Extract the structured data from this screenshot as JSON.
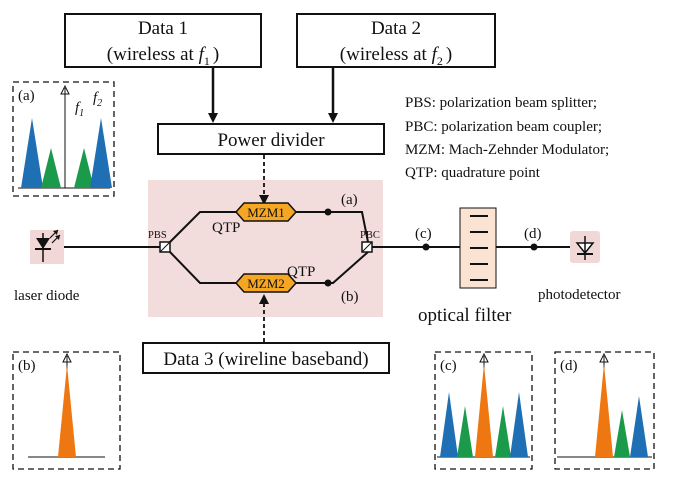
{
  "blocks": {
    "data1": {
      "title": "Data 1",
      "sub_prefix": "(wireless at ",
      "freq": "f",
      "freq_sub": "1",
      "sub_suffix": ")"
    },
    "data2": {
      "title": "Data 2",
      "sub_prefix": "(wireless at ",
      "freq": "f",
      "freq_sub": "2",
      "sub_suffix": ")"
    },
    "power_divider": "Power divider",
    "data3": "Data 3 (wireline baseband)"
  },
  "components": {
    "pbs": "PBS",
    "pbc": "PBC",
    "mzm1": "MZM1",
    "mzm2": "MZM2",
    "qtp_upper": "QTP",
    "qtp_lower": "QTP",
    "laser_diode": "laser diode",
    "optical_filter": "optical filter",
    "photodetector": "photodetector"
  },
  "points": {
    "a": "(a)",
    "b": "(b)",
    "c": "(c)",
    "d": "(d)"
  },
  "legend": [
    "PBS: polarization beam splitter;",
    "PBC:  polarization beam coupler;",
    "MZM: Mach-Zehnder Modulator;",
    "QTP: quadrature point"
  ],
  "spectra": {
    "a": {
      "label": "(a)",
      "f1": "f",
      "f1_sub": "1",
      "f2": "f",
      "f2_sub": "2"
    },
    "b": {
      "label": "(b)"
    },
    "c": {
      "label": "(c)"
    },
    "d": {
      "label": "(d)"
    }
  },
  "colors": {
    "blue": "#1f6fb4",
    "green": "#1a9a4a",
    "orange": "#ee7711",
    "modulator": "#f5a623",
    "shade": "#f3dcdc",
    "component_bg": "#f2d7d7"
  }
}
